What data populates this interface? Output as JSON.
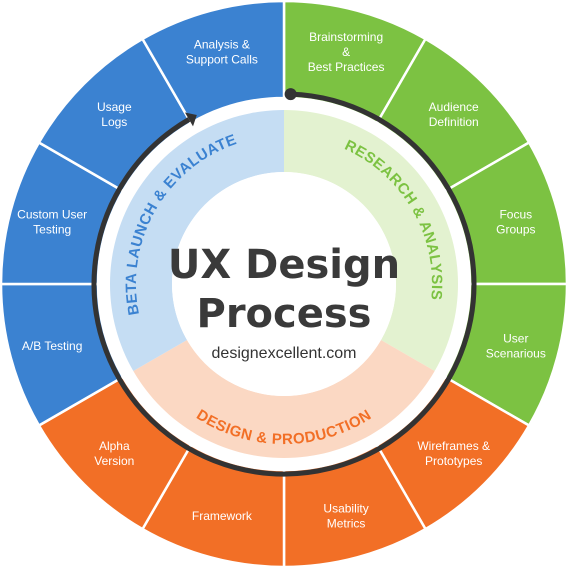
{
  "title": {
    "line1": "UX Design",
    "line2": "Process",
    "website": "designexcellent.com"
  },
  "phases": [
    {
      "label": "RESEARCH & ANALYSIS",
      "color": "#7cc242",
      "fill": "#e3f2d0"
    },
    {
      "label": "DESIGN & PRODUCTION",
      "color": "#f26f26",
      "fill": "#fbd8c3"
    },
    {
      "label": "BETA LAUNCH & EVALUATE",
      "color": "#3b82d1",
      "fill": "#c5ddf3"
    }
  ],
  "segments": [
    {
      "lines": [
        "Brainstorming",
        "&",
        "Best Practices"
      ],
      "phase": 0
    },
    {
      "lines": [
        "Audience",
        "Definition"
      ],
      "phase": 0
    },
    {
      "lines": [
        "Focus",
        "Groups"
      ],
      "phase": 0
    },
    {
      "lines": [
        "User",
        "Scenarious"
      ],
      "phase": 0
    },
    {
      "lines": [
        "Wireframes &",
        "Prototypes"
      ],
      "phase": 1
    },
    {
      "lines": [
        "Usability",
        "Metrics"
      ],
      "phase": 1
    },
    {
      "lines": [
        "Framework"
      ],
      "phase": 1
    },
    {
      "lines": [
        "Alpha",
        "Version"
      ],
      "phase": 1
    },
    {
      "lines": [
        "A/B Testing"
      ],
      "phase": 2
    },
    {
      "lines": [
        "Custom User",
        "Testing"
      ],
      "phase": 2
    },
    {
      "lines": [
        "Usage",
        "Logs"
      ],
      "phase": 2
    },
    {
      "lines": [
        "Analysis &",
        "Support Calls"
      ],
      "phase": 2
    }
  ],
  "colors": {
    "cycle_arrow": "#333333",
    "title_text": "#3a3a3a",
    "center_fill": "#ffffff"
  }
}
